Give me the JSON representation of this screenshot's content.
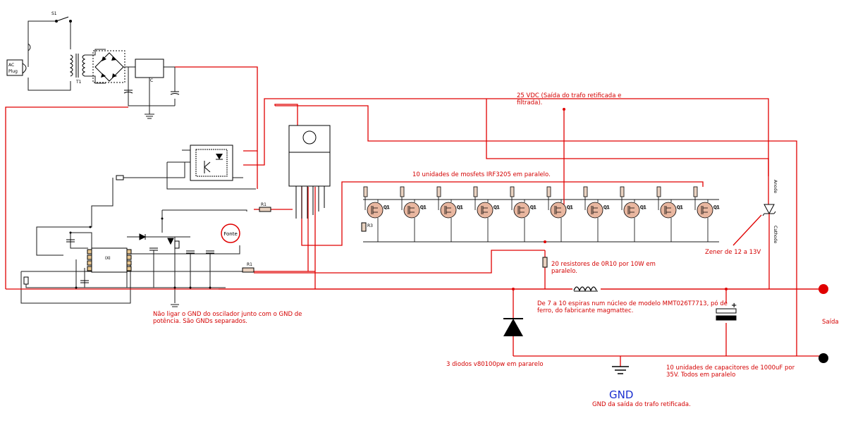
{
  "labels": {
    "switch": "S1",
    "ac_plug_1": "AC",
    "ac_plug_2": "Plug",
    "transformer": "T1",
    "regulator": "C",
    "fonte": "Fonte",
    "r1_top": "R1",
    "r1_bottom": "R1",
    "r3": "R3",
    "ic": "IXI",
    "mosfet": "Q1",
    "anode": "Anode",
    "cathode": "Cathode",
    "supply_note_1": "25 VDC (Saída do trafo retificada e",
    "supply_note_2": "filtrada).",
    "mosfets_note": "10 unidades de mosfets IRF3205 em paralelo.",
    "resistors_note_1": "20 resistores de 0R10 por 10W em",
    "resistors_note_2": "paralelo.",
    "zener_note": "Zener de 12 a 13V",
    "gnd_note_1": "Não ligar o GND do oscilador junto com o GND de",
    "gnd_note_2": "potência. São GNDs separados.",
    "inductor_note_1": "De 7 a 10 espiras num núcleo de modelo MMT026T7713, pó de",
    "inductor_note_2": "ferro, do fabricante magmattec.",
    "output": "Saída",
    "diodes_note": "3 diodos v80100pw em pararelo",
    "caps_note_1": "10 unidades de capacitores de 1000uF por",
    "caps_note_2": "35V. Todos em paralelo",
    "gnd": "GND",
    "gnd_sub": "GND da saída do trafo retificada."
  },
  "colors": {
    "power_wire": "#e00000",
    "signal_wire": "#1a1a1a",
    "gnd_text": "#1a2fd0",
    "note_text": "#d40000",
    "mosfet_body": "#e9b7a0"
  },
  "mosfet_count": 10
}
